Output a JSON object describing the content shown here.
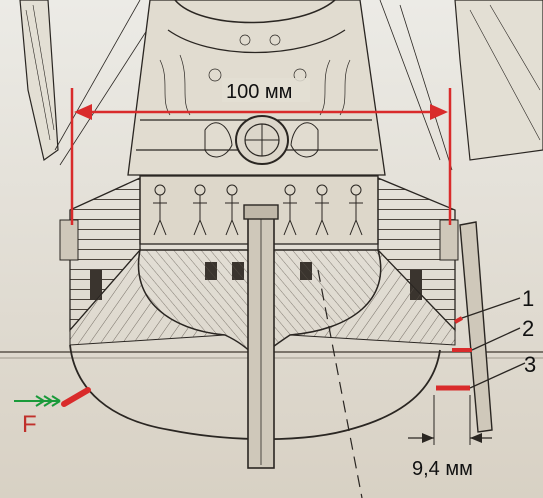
{
  "dimension_top": {
    "label": "100 мм"
  },
  "dimension_bottom": {
    "label": "9,4 мм"
  },
  "callouts": [
    "1",
    "2",
    "3"
  ],
  "force": {
    "label": "F"
  },
  "colors": {
    "accent_red": "#d92b2b",
    "ink": "#2a2622",
    "paper": "#e9e6de",
    "hull_fill": "#d9d3c5",
    "arrow_green": "#1a9a3a"
  }
}
